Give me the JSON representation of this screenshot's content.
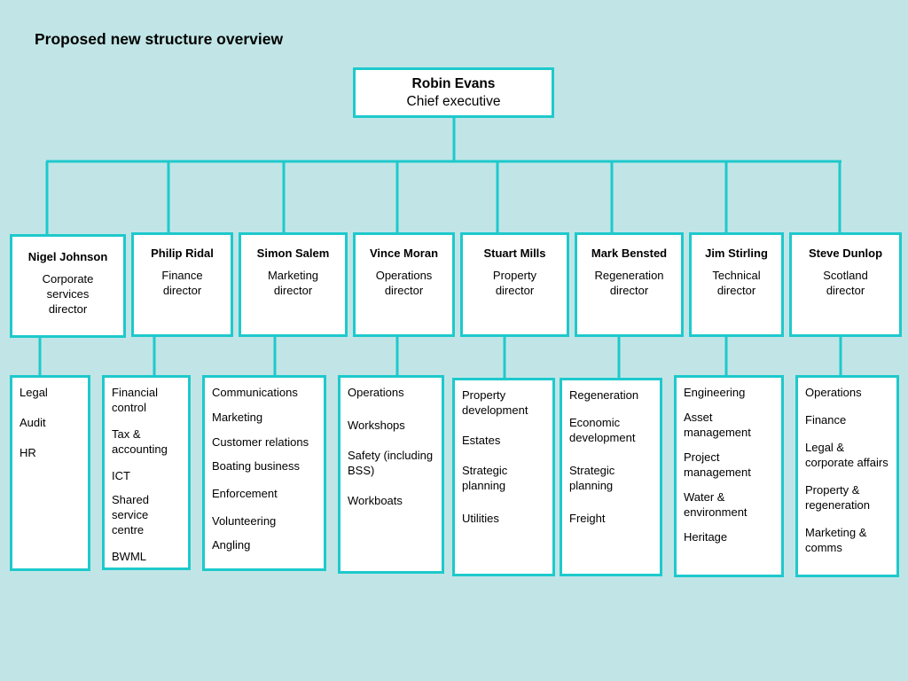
{
  "title": "Proposed new structure overview",
  "ceo": {
    "name": "Robin Evans",
    "role": "Chief executive"
  },
  "directors": [
    {
      "name": "Nigel Johnson",
      "role": "Corporate services director"
    },
    {
      "name": "Philip Ridal",
      "role": "Finance director"
    },
    {
      "name": "Simon Salem",
      "role": "Marketing director"
    },
    {
      "name": "Vince Moran",
      "role": "Operations director"
    },
    {
      "name": "Stuart Mills",
      "role": "Property director"
    },
    {
      "name": "Mark Bensted",
      "role": "Regeneration director"
    },
    {
      "name": "Jim Stirling",
      "role": "Technical director"
    },
    {
      "name": "Steve Dunlop",
      "role": "Scotland director"
    }
  ],
  "departments": [
    [
      "Legal",
      "Audit",
      "HR"
    ],
    [
      "Financial control",
      "Tax & accounting",
      "ICT",
      "Shared service centre",
      "BWML"
    ],
    [
      "Communications",
      "Marketing",
      "Customer relations",
      "Boating business",
      "Enforcement",
      "Volunteering",
      "Angling"
    ],
    [
      "Operations",
      "Workshops",
      "Safety (including BSS)",
      "Workboats"
    ],
    [
      "Property development",
      "Estates",
      "Strategic planning",
      "Utilities"
    ],
    [
      "Regeneration",
      "Economic development",
      "Strategic planning",
      "Freight"
    ],
    [
      "Engineering",
      "Asset management",
      "Project management",
      "Water & environment",
      "Heritage"
    ],
    [
      "Operations",
      "Finance",
      "Legal & corporate affairs",
      "Property & regeneration",
      "Marketing & comms"
    ]
  ],
  "colors": {
    "background": "#c1e5e6",
    "line": "#1ec9cc",
    "box": "#ffffff"
  }
}
